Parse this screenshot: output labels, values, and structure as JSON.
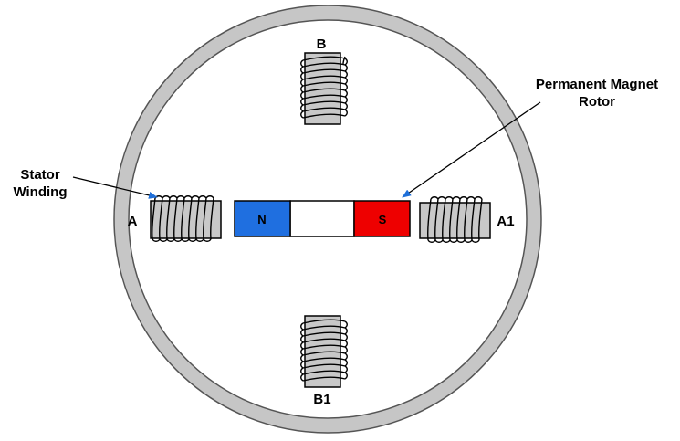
{
  "labels": {
    "b": "B",
    "b1": "B1",
    "a": "A",
    "a1": "A1",
    "stator_line1": "Stator",
    "stator_line2": "Winding",
    "rotor_line1": "Permanent Magnet",
    "rotor_line2": "Rotor"
  },
  "rotor": {
    "north_label": "N",
    "south_label": "S",
    "north_color": "#1f6fe0",
    "south_color": "#ee0000"
  },
  "colors": {
    "housing_ring": "#c6c6c6",
    "stator_core": "#c8c8c8",
    "arrow": "#1e6fd9"
  }
}
